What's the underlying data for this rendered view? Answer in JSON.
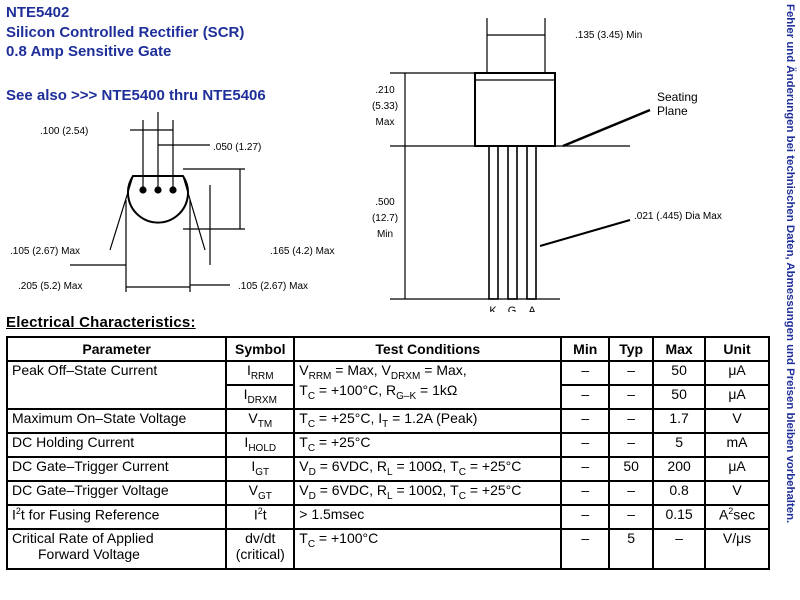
{
  "header": {
    "part_number": "NTE5402",
    "description": "Silicon Controlled Rectifier (SCR)",
    "rating": "0.8 Amp Sensitive Gate",
    "see_also": "See also >>> NTE5400 thru NTE5406"
  },
  "sidebar_note": "Fehler und Änderungen bei technischen Daten, Abmessungen und Preisen bleiben vorbehalten.",
  "drawing": {
    "bottom_view": {
      "pitch": ".100 (2.54)",
      "lead_spacing": ".050 (1.27)",
      "flat_width": ".105 (2.67) Max",
      "height": ".165 (4.2) Max",
      "body_width": ".205 (5.2) Max",
      "flat_to_center": ".105 (2.67) Max"
    },
    "side_view": {
      "body_width": ".135 (3.45) Min",
      "body_height_1": ".210",
      "body_height_2": "(5.33)",
      "body_height_3": "Max",
      "seating_plane_1": "Seating",
      "seating_plane_2": "Plane",
      "lead_length_1": ".500",
      "lead_length_2": "(12.7)",
      "lead_length_3": "Min",
      "lead_dia": ".021 (.445) Dia Max",
      "pins": [
        "K",
        "G",
        "A"
      ]
    }
  },
  "section_title": "Electrical Characteristics:",
  "table": {
    "headers": [
      "Parameter",
      "Symbol",
      "Test Conditions",
      "Min",
      "Typ",
      "Max",
      "Unit"
    ],
    "rows": [
      {
        "param": "Peak Off–State Current",
        "sym_main": "I",
        "sym_sub": "RRM",
        "sym2_main": "I",
        "sym2_sub": "DRXM",
        "cond_line1": "V",
        "cond_line1_sub": "RRM",
        "cond_line1_rest": " = Max, V",
        "cond_line1_sub2": "DRXM",
        "cond_line1_rest2": " = Max,",
        "cond_line2": "T",
        "cond_line2_sub": "C",
        "cond_line2_rest": " = +100°C, R",
        "cond_line2_sub2": "G–K",
        "cond_line2_rest2": " = 1kΩ",
        "min": "–",
        "typ": "–",
        "max": "50",
        "unit": "μA",
        "min2": "–",
        "typ2": "–",
        "max2": "50",
        "unit2": "μA"
      },
      {
        "param": "Maximum On–State Voltage",
        "sym_main": "V",
        "sym_sub": "TM",
        "c1": "T",
        "c1s": "C",
        "c1r": " = +25°C, I",
        "c2s": "T",
        "c2r": " = 1.2A (Peak)",
        "min": "–",
        "typ": "–",
        "max": "1.7",
        "unit": "V"
      },
      {
        "param": "DC Holding Current",
        "sym_main": "I",
        "sym_sub": "HOLD",
        "c1": "T",
        "c1s": "C",
        "c1r": " = +25°C",
        "min": "–",
        "typ": "–",
        "max": "5",
        "unit": "mA"
      },
      {
        "param": "DC Gate–Trigger Current",
        "sym_main": "I",
        "sym_sub": "GT",
        "c1": "V",
        "c1s": "D",
        "c1r": " = 6VDC, R",
        "c2s": "L",
        "c2r": " = 100Ω, T",
        "c3s": "C",
        "c3r": " = +25°C",
        "min": "–",
        "typ": "50",
        "max": "200",
        "unit": "μA"
      },
      {
        "param": "DC Gate–Trigger Voltage",
        "sym_main": "V",
        "sym_sub": "GT",
        "c1": "V",
        "c1s": "D",
        "c1r": " = 6VDC, R",
        "c2s": "L",
        "c2r": " = 100Ω, T",
        "c3s": "C",
        "c3r": " = +25°C",
        "min": "–",
        "typ": "–",
        "max": "0.8",
        "unit": "V"
      },
      {
        "param_pre": "I",
        "param_sup": "2",
        "param_post": "t for Fusing Reference",
        "sym_main": "I",
        "sym_sup": "2",
        "sym_post": "t",
        "c1": "> 1.5msec",
        "min": "–",
        "typ": "–",
        "max": "0.15",
        "unit_main": "A",
        "unit_sup": "2",
        "unit_post": "sec"
      },
      {
        "param_line1": "Critical Rate of Applied",
        "param_line2": "Forward Voltage",
        "sym_line1": "dv/dt",
        "sym_line2": "(critical)",
        "c1": "T",
        "c1s": "C",
        "c1r": " = +100°C",
        "min": "–",
        "typ": "5",
        "max": "–",
        "unit": "V/μs"
      }
    ]
  }
}
